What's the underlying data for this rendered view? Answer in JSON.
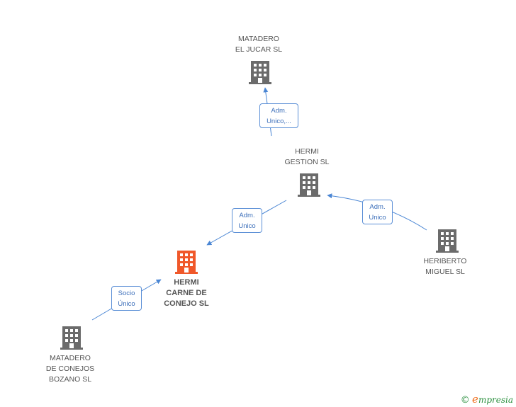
{
  "colors": {
    "building_gray": "#6b6b6b",
    "building_focus": "#f0582a",
    "edge": "#4a86d4",
    "label_text": "#555555"
  },
  "nodes": {
    "matadero_el_jucar": {
      "label": "MATADERO\nEL JUCAR SL",
      "icon": "building-icon"
    },
    "hermi_gestion": {
      "label": "HERMI\nGESTION SL",
      "icon": "building-icon"
    },
    "heriberto_miguel": {
      "label": "HERIBERTO\nMIGUEL SL",
      "icon": "building-icon"
    },
    "hermi_carne": {
      "label": "HERMI\nCARNE DE\nCONEJO  SL",
      "icon": "building-icon"
    },
    "matadero_bozano": {
      "label": "MATADERO\nDE CONEJOS\nBOZANO  SL",
      "icon": "building-icon"
    }
  },
  "edges": {
    "gestion_to_jucar": "Adm.\nUnico,...",
    "gestion_to_carne": "Adm.\nUnico",
    "heriberto_to_gestion": "Adm.\nUnico",
    "bozano_to_carne": "Socio\nÚnico"
  },
  "brand": {
    "copyright": "©",
    "e": "e",
    "rest": "mpresia"
  }
}
